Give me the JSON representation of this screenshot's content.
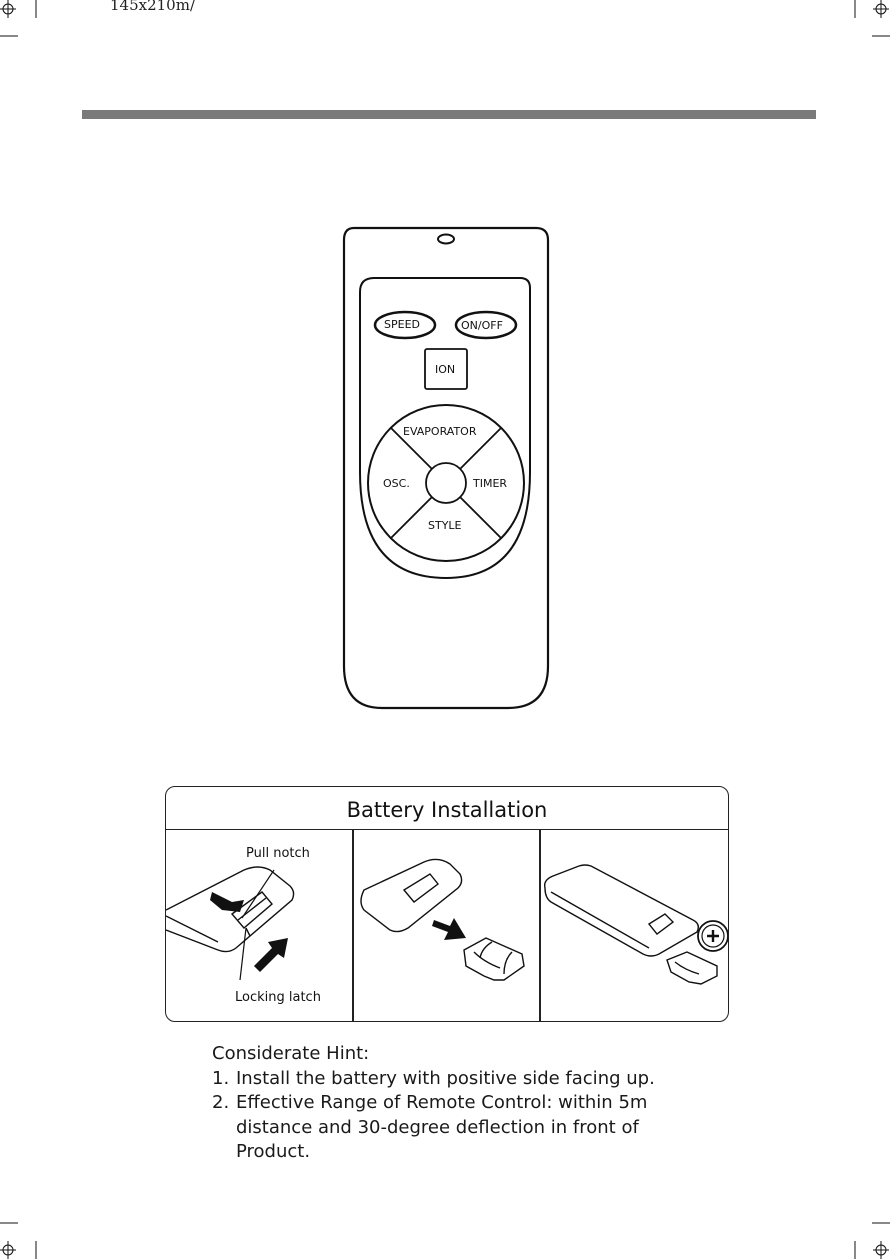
{
  "print_mark": "145x210m/",
  "remote": {
    "buttons": {
      "speed": "SPEED",
      "on_off": "ON/OFF",
      "ion": "ION",
      "evaporator": "EVAPORATOR",
      "osc": "OSC.",
      "timer": "TIMER",
      "style": "STYLE"
    }
  },
  "battery": {
    "title": "Battery Installation",
    "callouts": {
      "pull_notch": "Pull notch",
      "locking_latch": "Locking latch"
    }
  },
  "hints": {
    "title": "Considerate Hint:",
    "items": [
      {
        "num": "1.",
        "text": " Install the battery with positive side facing up."
      },
      {
        "num": "2.",
        "text": "Effective Range of Remote Control: within 5m distance and 30-degree deflection in front of Product."
      }
    ]
  }
}
